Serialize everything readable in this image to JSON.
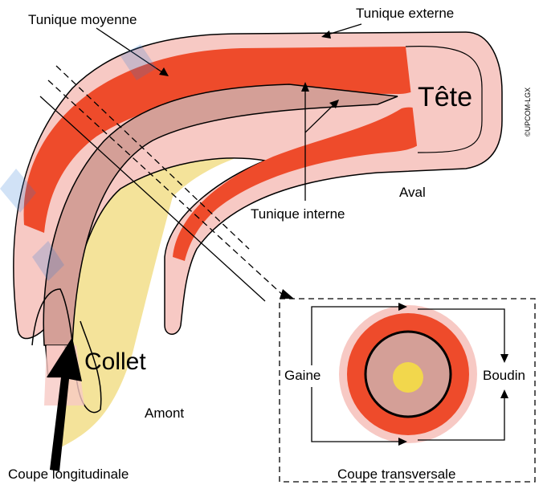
{
  "labels": {
    "tunique_moyenne": "Tunique moyenne",
    "tunique_externe": "Tunique externe",
    "tete": "Tête",
    "aval": "Aval",
    "tunique_interne": "Tunique interne",
    "collet": "Collet",
    "amont": "Amont",
    "coupe_longitudinale": "Coupe longitudinale",
    "coupe_transversale": "Coupe transversale",
    "gaine": "Gaine",
    "boudin": "Boudin",
    "copyright": "©UPCOM-LGX"
  },
  "colors": {
    "pink": "#f7c9c4",
    "red": "#ee4b2b",
    "mauve": "#d49f97",
    "yellow": "#f4e39a",
    "yellow_core": "#f2d74c",
    "watermark": "#2f7ad6"
  }
}
